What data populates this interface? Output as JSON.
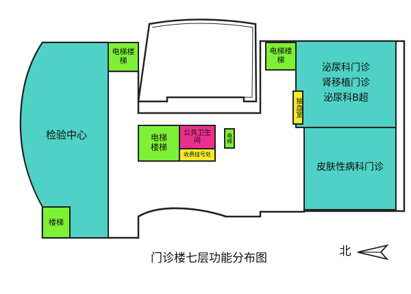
{
  "map": {
    "title": "门诊楼七层功能分布图",
    "north_label": "北",
    "areas": {
      "lab_center": "检验中心",
      "elevator_top_left": "电梯楼梯",
      "stairs_bottom_left": "楼梯",
      "elevator_center": "电梯楼梯",
      "public_toilet": "公共卫生间",
      "cashier": "收费挂号处",
      "elevator_small": "电梯",
      "elevator_top_right": "电梯楼梯",
      "blood_draw": "抽血室",
      "urology": [
        "泌尿科门诊",
        "肾移植门诊",
        "泌尿科B超"
      ],
      "dermatology": "皮肤性病科门诊"
    },
    "colors": {
      "teal": "#4fd1c5",
      "green": "#7ef035",
      "magenta": "#ec2f8e",
      "yellow": "#f7ea2a",
      "outline": "#222222"
    }
  }
}
